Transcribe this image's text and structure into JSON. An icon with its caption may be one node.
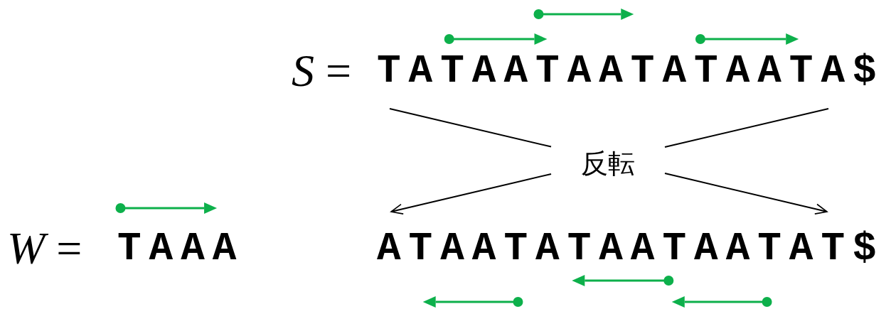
{
  "diagram": {
    "nodes": [
      {
        "text": [
          "*S* =",
          "TATAATAATATAATA$"
        ]
      },
      {
        "text": [
          "反転"
        ]
      },
      {
        "text": [
          "ATAATATAATAATAT$"
        ]
      },
      {
        "text": [
          "*W* =",
          "TAAA"
        ]
      }
    ],
    "edges": [
      {
        "from": 0,
        "to": 1,
        "arrow": "none"
      },
      {
        "from": 0,
        "to": 1,
        "arrow": "none"
      },
      {
        "from": 1,
        "to": 2,
        "arrow": "to"
      },
      {
        "from": 1,
        "to": 2,
        "arrow": "to"
      }
    ]
  }
}
